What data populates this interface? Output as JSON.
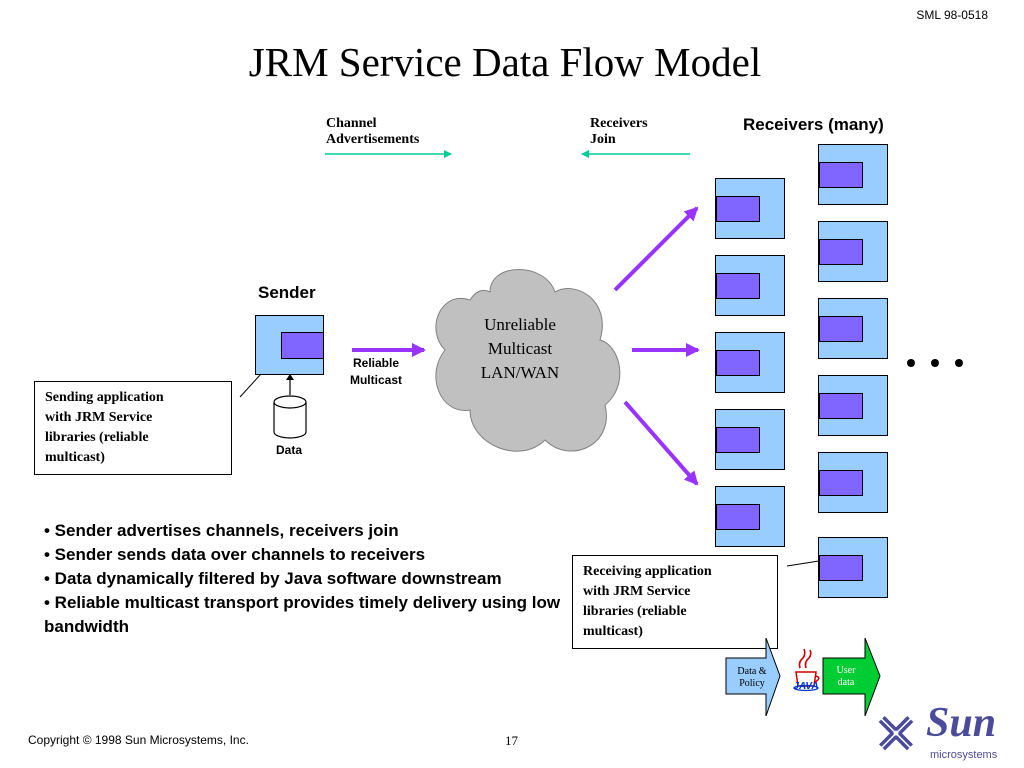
{
  "slide_id": "SML 98-0518",
  "title": "JRM Service Data Flow Model",
  "labels": {
    "channel_advertisements": [
      "Channel",
      "Advertisements"
    ],
    "receivers_join": [
      "Receivers",
      "Join"
    ],
    "receivers_many": "Receivers (many)",
    "sender": "Sender",
    "reliable_multicast": [
      "Reliable",
      "Multicast"
    ],
    "data": "Data",
    "cloud": [
      "Unreliable",
      "Multicast",
      "LAN/WAN"
    ],
    "ellipsis": "• • •"
  },
  "notes": {
    "sender_note": [
      "Sending application",
      "with JRM Service",
      "libraries (reliable",
      "multicast)"
    ],
    "receiver_note": [
      "Receiving application",
      "with JRM Service",
      "libraries (reliable",
      "multicast)"
    ]
  },
  "bottom_flow": {
    "data_policy": [
      "Data &",
      "Policy"
    ],
    "java_label": "JAVA",
    "user_data": [
      "User",
      "data"
    ]
  },
  "bullets": [
    "• Sender advertises channels, receivers join",
    "• Sender sends data over channels to receivers",
    "• Data dynamically filtered by Java software downstream",
    "• Reliable multicast transport provides timely delivery using low bandwidth"
  ],
  "footer": {
    "copyright": "Copyright © 1998 Sun Microsystems, Inc.",
    "page_number": "17",
    "logo_word": "Sun",
    "logo_sub": "microsystems"
  },
  "colors": {
    "node_fill": "#99ccff",
    "inner_fill": "#8066ff",
    "arrow_purple": "#9933ff",
    "arrow_teal": "#00cc99",
    "cloud_fill": "#c0c0c0",
    "user_data_green": "#00cc33"
  }
}
